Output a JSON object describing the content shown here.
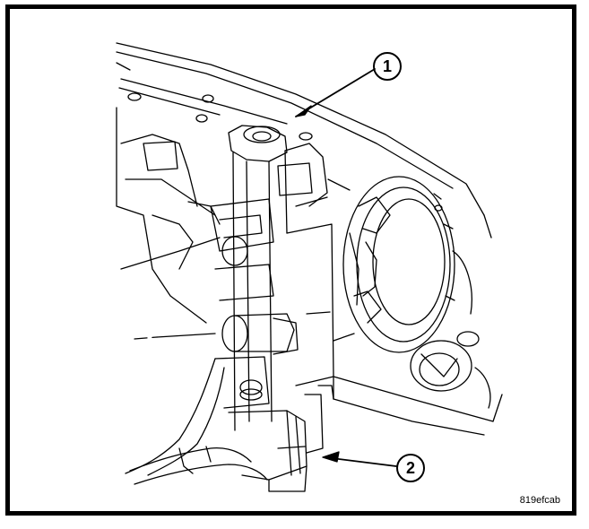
{
  "callouts": [
    {
      "label": "1"
    },
    {
      "label": "2"
    }
  ],
  "reference_code": "819efcab",
  "colors": {
    "line": "#000000",
    "background": "#ffffff"
  }
}
